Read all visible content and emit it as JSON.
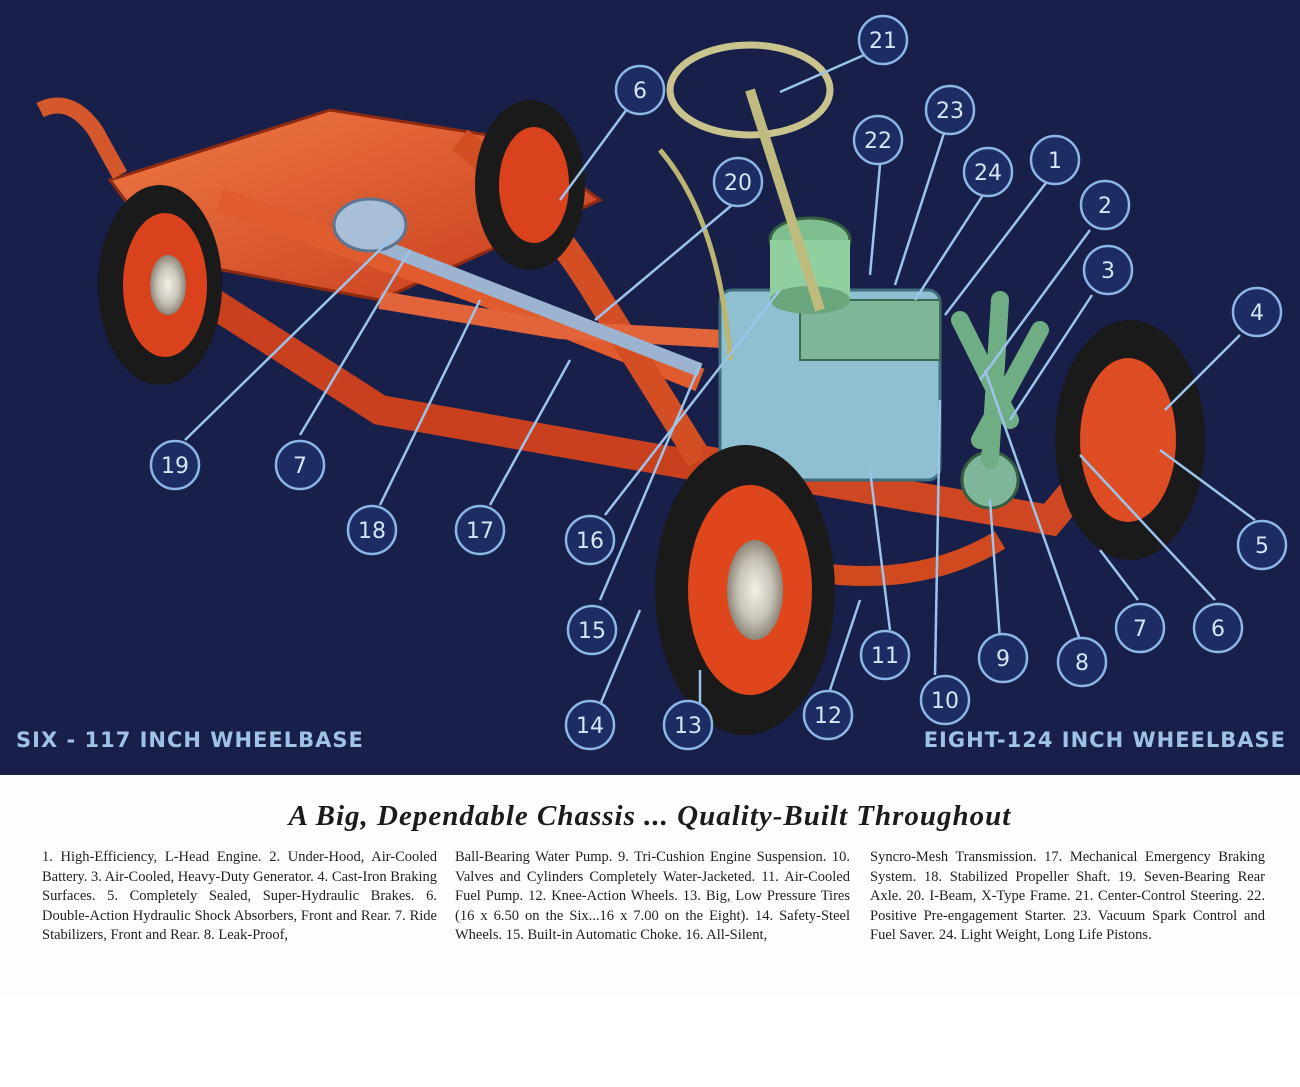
{
  "illustration": {
    "background": "#18204a",
    "frame_color": "#e0542a",
    "wheelbase_left": "SIX - 117 INCH WHEELBASE",
    "wheelbase_right": "EIGHT-124 INCH WHEELBASE",
    "callouts": [
      "6",
      "21",
      "23",
      "22",
      "24",
      "1",
      "20",
      "2",
      "3",
      "4",
      "19",
      "7",
      "18",
      "17",
      "16",
      "15",
      "14",
      "13",
      "12",
      "11",
      "10",
      "9",
      "8",
      "7",
      "6",
      "5"
    ]
  },
  "caption": {
    "headline": "A Big, Dependable Chassis ... Quality-Built Throughout",
    "column1": "1. High-Efficiency, L-Head Engine. 2. Under-Hood, Air-Cooled Battery. 3. Air-Cooled, Heavy-Duty Generator. 4. Cast-Iron Braking Surfaces. 5. Completely Sealed, Super-Hydraulic Brakes. 6. Double-Action Hydraulic Shock Absorbers, Front and Rear. 7. Ride Stabilizers, Front and Rear. 8. Leak-Proof,",
    "column2": "Ball-Bearing Water Pump. 9. Tri-Cushion Engine Suspension. 10. Valves and Cylinders Completely Water-Jacketed. 11. Air-Cooled Fuel Pump. 12. Knee-Action Wheels. 13. Big, Low Pressure Tires (16 x 6.50 on the Six...16 x 7.00 on the Eight). 14. Safety-Steel Wheels. 15. Built-in Automatic Choke. 16. All-Silent,",
    "column3": "Syncro-Mesh Transmission. 17. Mechanical Emergency Braking System. 18. Stabilized Propeller Shaft. 19. Seven-Bearing Rear Axle. 20. I-Beam, X-Type Frame. 21. Center-Control Steering. 22. Positive Pre-engagement Starter. 23. Vacuum Spark Control and Fuel Saver. 24. Light Weight, Long Life Pistons."
  }
}
